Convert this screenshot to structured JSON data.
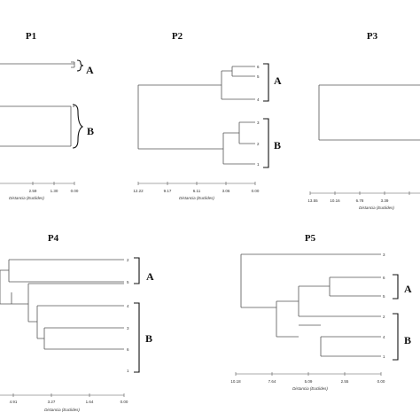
{
  "panels": {
    "p1": {
      "title": "P1",
      "ticks": [
        "2.59",
        "1.30",
        "0.00"
      ],
      "axis_title": "Distancia (Euclides)",
      "groups": [
        "A",
        "B"
      ]
    },
    "p2": {
      "title": "P2",
      "ticks": [
        "12.22",
        "9.17",
        "6.11",
        "3.06",
        "0.00"
      ],
      "axis_title": "Distancia (Euclides)",
      "leaves": [
        "6",
        "5",
        "4",
        "3",
        "2",
        "1"
      ],
      "groups": [
        "A",
        "B"
      ]
    },
    "p3": {
      "title": "P3",
      "ticks": [
        "13.55",
        "10.16",
        "6.78",
        "3.39"
      ],
      "axis_title": "Distancia (Euclides)"
    },
    "p4": {
      "title": "P4",
      "ticks": [
        "4.91",
        "3.27",
        "1.64",
        "0.00"
      ],
      "axis_title": "Distancia (Euclides)",
      "leaves": [
        "2",
        "5",
        "4",
        "3",
        "6",
        "1"
      ],
      "groups": [
        "A",
        "B"
      ]
    },
    "p5": {
      "title": "P5",
      "ticks": [
        "10.18",
        "7.64",
        "5.09",
        "2.55",
        "0.00"
      ],
      "axis_title": "Distancia (Euclides)",
      "leaves": [
        "3",
        "6",
        "5",
        "2",
        "4",
        "1"
      ],
      "groups": [
        "A",
        "B"
      ]
    }
  }
}
